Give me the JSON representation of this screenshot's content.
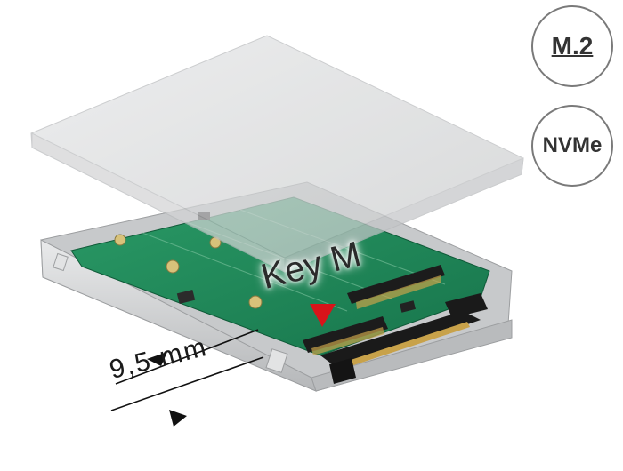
{
  "badges": {
    "m2": "M.2",
    "nvme": "NVMe"
  },
  "annotations": {
    "key": "Key M",
    "thickness": "9,5 mm"
  },
  "colors": {
    "pcb": "#1f8a5a",
    "frame": "#cfd1d2",
    "cover": "#d9dadb",
    "arrow_red": "#d8141a",
    "connector": "#1c1c1c",
    "gold": "#c8a24a"
  }
}
